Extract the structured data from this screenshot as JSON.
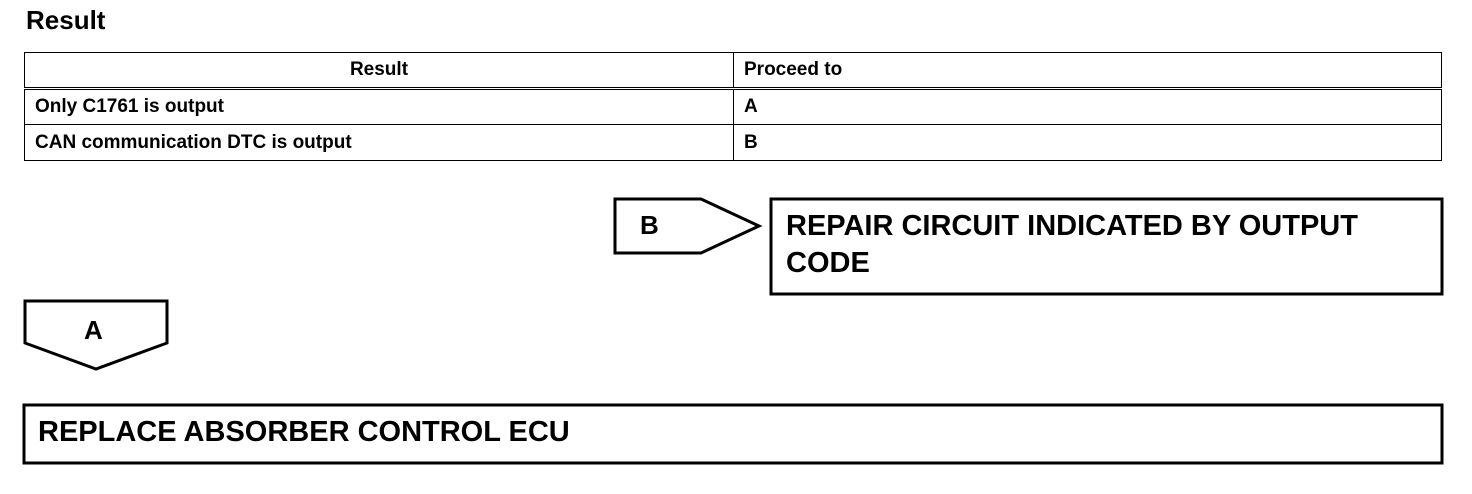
{
  "heading": "Result",
  "table": {
    "headers": [
      "Result",
      "Proceed to"
    ],
    "rows": [
      [
        "Only C1761 is output",
        "A"
      ],
      [
        "CAN communication DTC is output",
        "B"
      ]
    ]
  },
  "flow": {
    "branch_b_label": "B",
    "branch_b_action": "REPAIR CIRCUIT INDICATED BY OUTPUT CODE",
    "branch_a_label": "A",
    "branch_a_action": "REPLACE ABSORBER CONTROL ECU"
  }
}
